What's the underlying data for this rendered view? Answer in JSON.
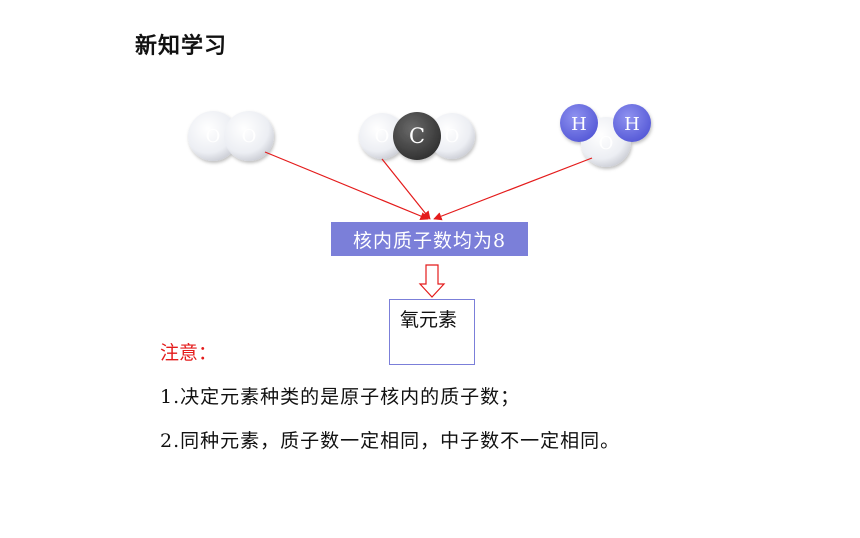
{
  "title": "新知学习",
  "molecules": {
    "o2": {
      "atoms": [
        "O",
        "O"
      ]
    },
    "co2": {
      "atoms": [
        "O",
        "C",
        "O"
      ]
    },
    "h2o": {
      "atoms": [
        "H",
        "H",
        "O"
      ]
    }
  },
  "center_box": "核内质子数均为8",
  "result_box": "氧元素",
  "note": {
    "label": "注意：",
    "items": [
      "1.决定元素种类的是原子核内的质子数；",
      "2.同种元素，质子数一定相同，中子数不一定相同。"
    ]
  },
  "colors": {
    "oxygen_atom": "#e7e7ee",
    "carbon_atom": "#3d3d3d",
    "hydrogen_atom": "#6b6fe0",
    "box_fill": "#7b7fd9",
    "arrow": "#e41b1b",
    "note_label": "#e41b1b"
  }
}
